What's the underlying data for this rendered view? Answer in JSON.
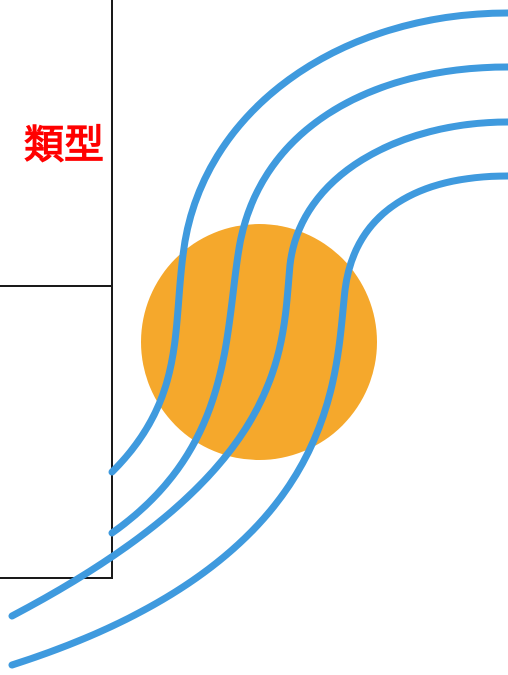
{
  "heading": {
    "text": "類型",
    "color": "#ff0000"
  },
  "colors": {
    "wave": "#3f9ade",
    "circle": "#f5a82c",
    "panel_border": "#1a1a1a",
    "background": "#ffffff"
  },
  "diagram": {
    "wave_count": 4,
    "shapes": [
      "panel-box-top",
      "panel-box-bottom",
      "orange-circle",
      "blue-wave-lines"
    ]
  }
}
